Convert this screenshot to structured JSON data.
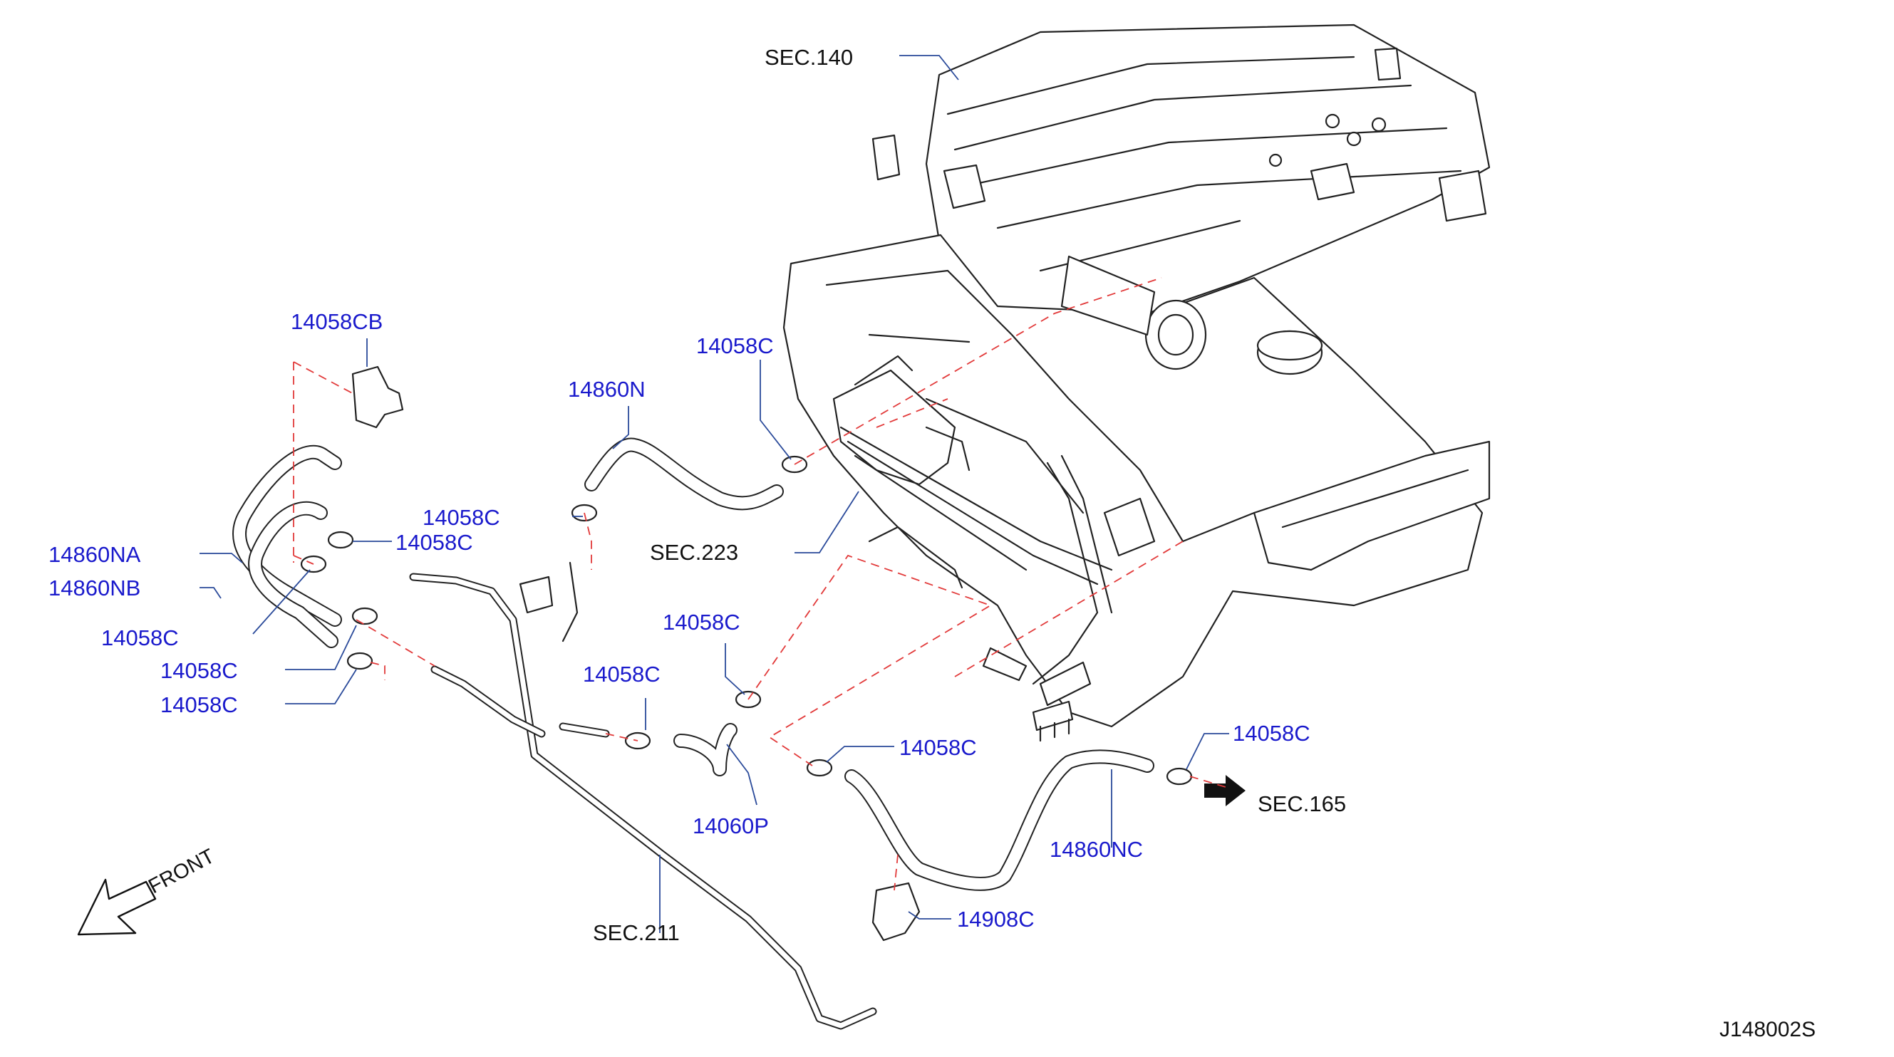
{
  "diagram_id": "J148002S",
  "front_label": "FRONT",
  "section_refs": [
    "SEC.140",
    "SEC.223",
    "SEC.211",
    "SEC.165"
  ],
  "parts": {
    "clip_cb": "14058CB",
    "clamp": "14058C",
    "hose_n": "14860N",
    "hose_na": "14860NA",
    "hose_nb": "14860NB",
    "hose_nc": "14860NC",
    "hose_p": "14060P",
    "clip_908": "14908C"
  },
  "colors": {
    "part_label": "#1a1acc",
    "section_label": "#111111",
    "leader": "#2a4a9a",
    "phantom_line": "#e23a3a"
  }
}
